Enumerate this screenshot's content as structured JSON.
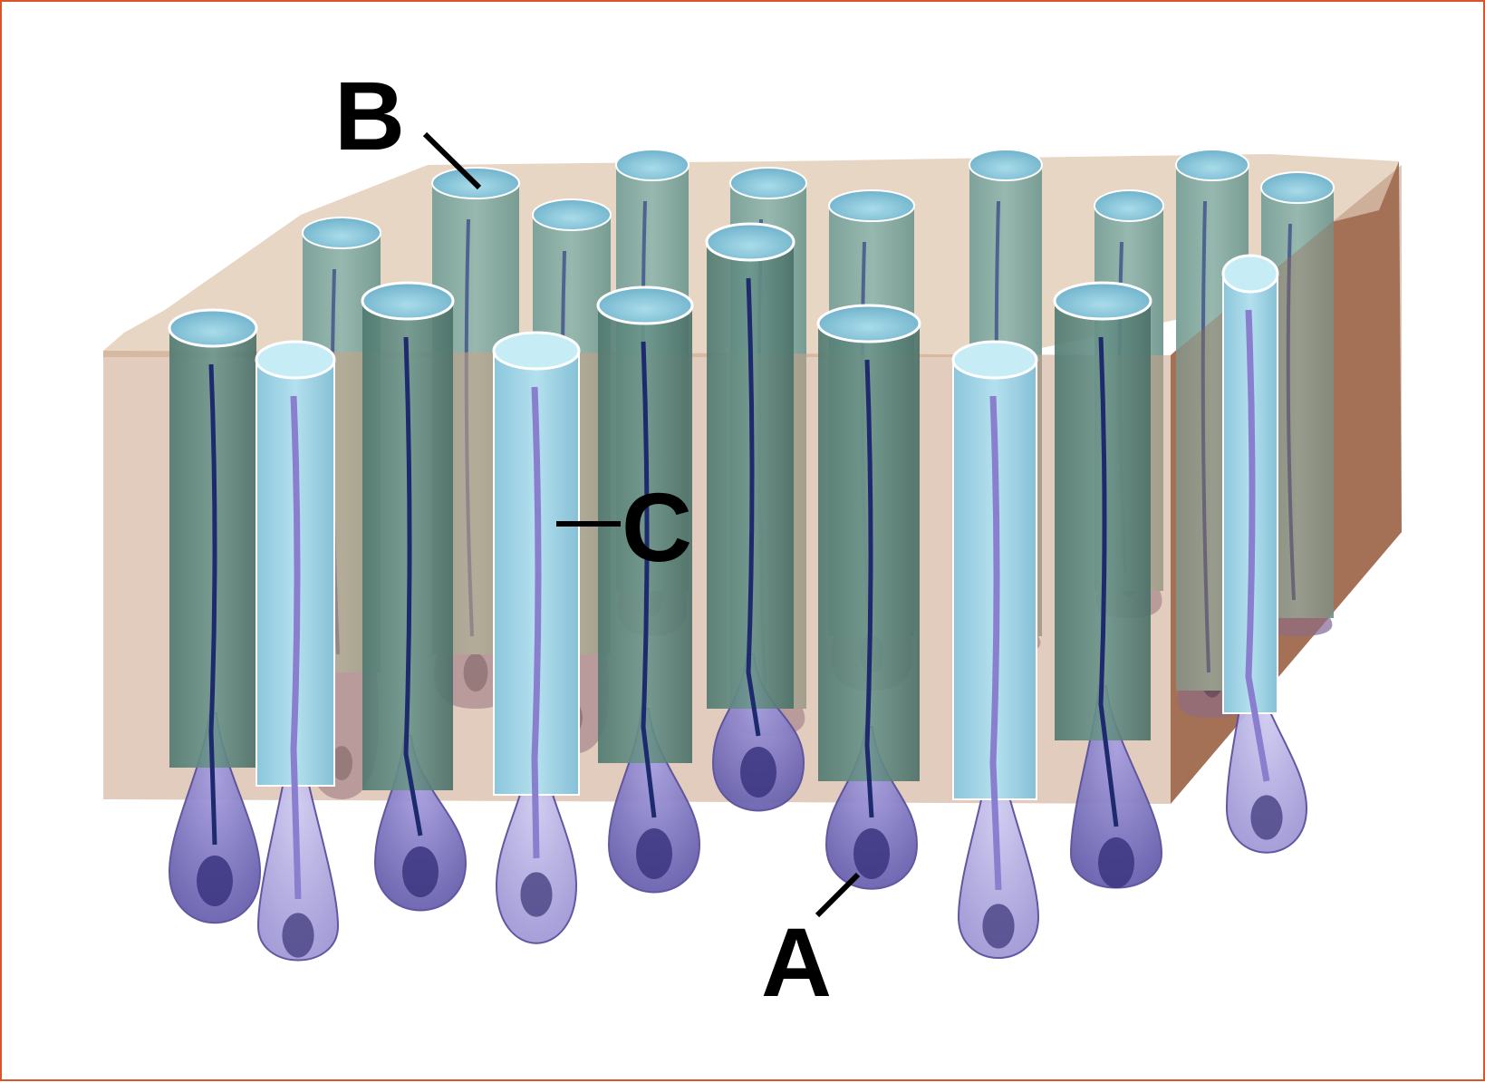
{
  "labels": {
    "a": "A",
    "b": "B",
    "c": "C"
  },
  "colors": {
    "frame_border": "#d9532c",
    "matrix_top": "#e6d3c0",
    "matrix_front": "#c9a88c",
    "matrix_side": "#a57256",
    "tube_dark": "#5f8a80",
    "tube_light": "#9fd4e6",
    "tube_rim": "#7fc3da",
    "cell_body": "#7c72bd",
    "cell_nucleus": "#3b3580",
    "process_dark": "#1e2a6e",
    "process_light": "#8a7ecf"
  }
}
